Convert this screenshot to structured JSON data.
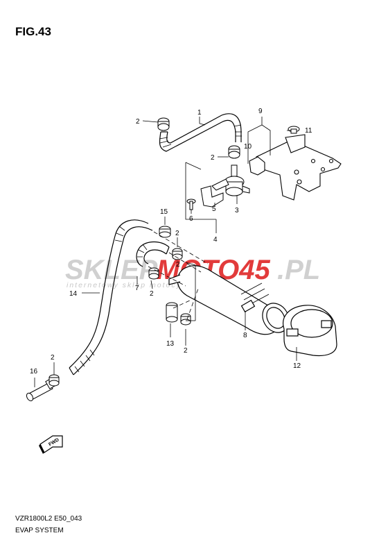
{
  "figure": {
    "title": "FIG.43",
    "model_code": "VZR1800L2 E50_043",
    "system_name": "EVAP SYSTEM"
  },
  "watermark": {
    "part1": "SKLEP",
    "part2": "MOTO45",
    "part3": ".PL",
    "tagline": "internetowy sklep motocyklowy",
    "gray_color": "#d0d0d0",
    "red_color": "#e23b3b"
  },
  "direction_badge": {
    "label": "FWD",
    "icon": "fwd-arrow-icon"
  },
  "callouts": [
    {
      "id": "c1",
      "label": "1"
    },
    {
      "id": "c2a",
      "label": "2"
    },
    {
      "id": "c2b",
      "label": "2"
    },
    {
      "id": "c9",
      "label": "9"
    },
    {
      "id": "c11",
      "label": "11"
    },
    {
      "id": "c10",
      "label": "10"
    },
    {
      "id": "c3",
      "label": "3"
    },
    {
      "id": "c5",
      "label": "5"
    },
    {
      "id": "c6",
      "label": "6"
    },
    {
      "id": "c4",
      "label": "4"
    },
    {
      "id": "c15",
      "label": "15"
    },
    {
      "id": "c2c",
      "label": "2"
    },
    {
      "id": "c2d",
      "label": "2"
    },
    {
      "id": "c7",
      "label": "7"
    },
    {
      "id": "c2e",
      "label": "2"
    },
    {
      "id": "c14",
      "label": "14"
    },
    {
      "id": "c8",
      "label": "8"
    },
    {
      "id": "c13",
      "label": "13"
    },
    {
      "id": "c2f",
      "label": "2"
    },
    {
      "id": "c12",
      "label": "12"
    },
    {
      "id": "c16",
      "label": "16"
    },
    {
      "id": "c2g",
      "label": "2"
    }
  ]
}
